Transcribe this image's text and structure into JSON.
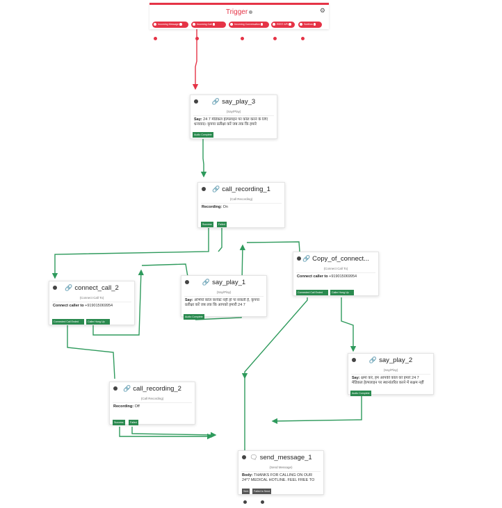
{
  "trigger": {
    "title": "Trigger",
    "help_icon": "?",
    "settings_icon": "gear-icon",
    "ports": [
      "Incoming Message",
      "Incoming Call",
      "Incoming Conversation",
      "REST API",
      "Subflow"
    ]
  },
  "nodes": {
    "say_play_3": {
      "title": "say_play_3",
      "subtitle": "(Say/Play)",
      "label": "Say:",
      "value": "24 7 मेडिकल हेल्पलाइन पर कॉल करने के लिए धन्यवाद। कृपया प्रतीक्षा करें जब तक कि हमारे",
      "ports": [
        "Audio Complete"
      ]
    },
    "call_recording_1": {
      "title": "call_recording_1",
      "subtitle": "(Call Recording)",
      "label": "Recording:",
      "value": "On",
      "ports": [
        "Success",
        "Failed"
      ]
    },
    "connect_call_2": {
      "title": "connect_call_2",
      "subtitle": "(Connect Call To)",
      "label": "Connect caller to",
      "value": "+919015069954",
      "ports": [
        "Connected Call Ended",
        "Caller Hung Up"
      ]
    },
    "say_play_1": {
      "title": "say_play_1",
      "subtitle": "(Say/Play)",
      "label": "Say:",
      "value": "अभियों कॉल कनेक्ट नहीं हो पा सकती है, कृपया प्रतीक्षा करें जब तक कि आपको हमारी 24 7",
      "ports": [
        "Audio Complete"
      ]
    },
    "copy_of_connect": {
      "title": "Copy_of_connect...",
      "subtitle": "(Connect Call To)",
      "label": "Connect caller to",
      "value": "+919015069954",
      "ports": [
        "Connected Call Ended",
        "Caller Hung Up"
      ]
    },
    "say_play_2": {
      "title": "say_play_2",
      "subtitle": "(Say/Play)",
      "label": "Say:",
      "value": "क्षमा करें, हम आपकी कॉल को हमारे 24 7 मेडिकल हेल्पलाइन पर स्थानांतरित करने में सक्षम नहीं",
      "ports": [
        "Audio Complete"
      ]
    },
    "call_recording_2": {
      "title": "call_recording_2",
      "subtitle": "(Call Recording)",
      "label": "Recording:",
      "value": "Off",
      "ports": [
        "Success",
        "Failed"
      ]
    },
    "send_message_1": {
      "title": "send_message_1",
      "subtitle": "(Send Message)",
      "label": "Body:",
      "value": "THANKS FOR CALLING ON OUR 24*7 MEDICAL HOTLINE. FEEL FREE TO",
      "ports": [
        "Sent",
        "Failed to Send"
      ]
    }
  },
  "colors": {
    "trigger": "#e53346",
    "success_port": "#2a8a4f",
    "wire": "#2e9a5c",
    "trigger_wire": "#e53346",
    "neutral_port": "#555555"
  }
}
